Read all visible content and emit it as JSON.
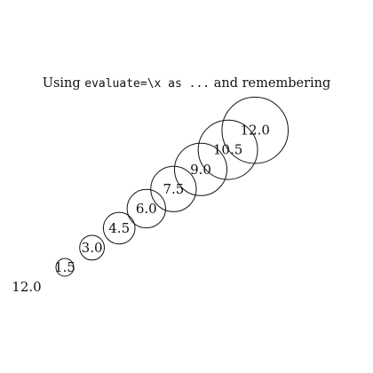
{
  "caption": {
    "prefix": "Using ",
    "code": "evaluate=\\x as ...",
    "suffix": " and remembering"
  },
  "circles": [
    {
      "label": "1.5",
      "value": 1.5
    },
    {
      "label": "3.0",
      "value": 3.0
    },
    {
      "label": "4.5",
      "value": 4.5
    },
    {
      "label": "6.0",
      "value": 6.0
    },
    {
      "label": "7.5",
      "value": 7.5
    },
    {
      "label": "9.0",
      "value": 9.0
    },
    {
      "label": "10.5",
      "value": 10.5
    },
    {
      "label": "12.0",
      "value": 12.0
    }
  ],
  "remembered_value": "12.0",
  "colors": {
    "stroke": "#111111",
    "text": "#111111",
    "background": "#ffffff"
  }
}
